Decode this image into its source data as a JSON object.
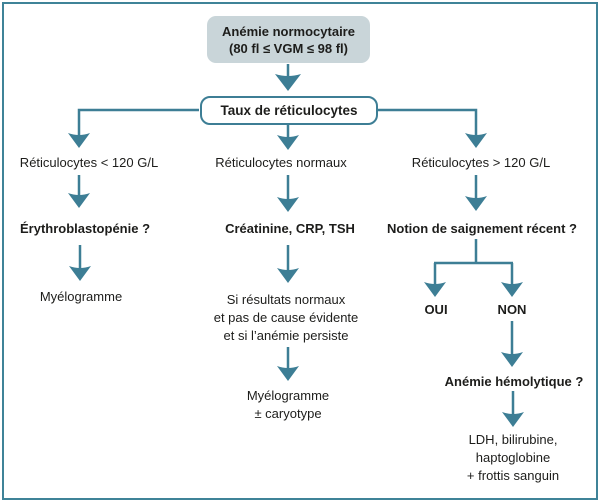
{
  "palette": {
    "teal": "#3D7E95",
    "box_fill": "#C9D5D9",
    "border": "#3F8398",
    "text": "#1D1D1B",
    "background": "#FFFFFF"
  },
  "flowchart": {
    "root": {
      "title": "Anémie normocytaire",
      "subtitle": "(80 fl ≤ VGM ≤ 98 fl)"
    },
    "hub": {
      "label": "Taux de réticulocytes"
    },
    "branch_low": {
      "label": "Réticulocytes < 120 G/L",
      "question": "Érythroblastopénie ?",
      "action": "Myélogramme"
    },
    "branch_normal": {
      "label": "Réticulocytes normaux",
      "tests": "Créatinine, CRP, TSH",
      "condition": [
        "Si résultats normaux",
        "et pas de cause évidente",
        "et si l’anémie persiste"
      ],
      "action": [
        "Myélogramme",
        "± caryotype"
      ]
    },
    "branch_high": {
      "label": "Réticulocytes > 120 G/L",
      "question": "Notion de saignement récent ?",
      "yes": "OUI",
      "no": "NON",
      "question2": "Anémie hémolytique ?",
      "action": [
        "LDH, bilirubine,",
        "haptoglobine",
        "+ frottis sanguin"
      ]
    }
  }
}
